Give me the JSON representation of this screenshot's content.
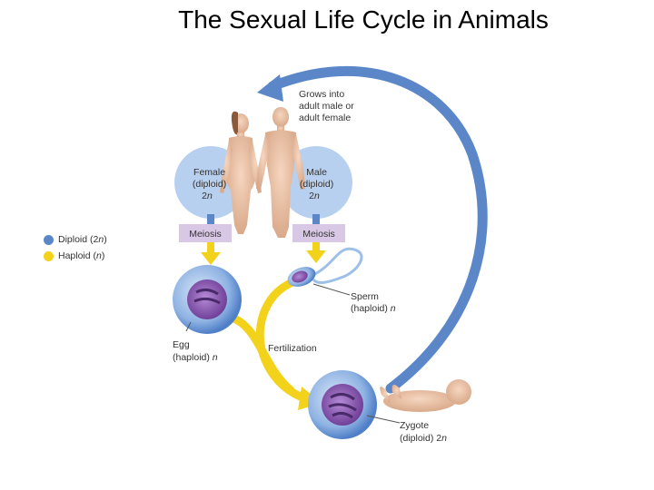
{
  "title": "The Sexual Life Cycle in Animals",
  "colors": {
    "diploid": "#5b87c9",
    "haploid": "#f2d21b",
    "meiosis_box": "#d9c7e6",
    "cell_purple": "#7b4aa0"
  },
  "legend": {
    "diploid": {
      "prefix": "Diploid (2",
      "n": "n",
      "suffix": ")"
    },
    "haploid": {
      "prefix": "Haploid (",
      "n": "n",
      "suffix": ")"
    }
  },
  "labels": {
    "grows_into": [
      "Grows into",
      "adult male or",
      "adult female"
    ],
    "female": [
      "Female",
      "(diploid)",
      "2"
    ],
    "male": [
      "Male",
      "(diploid)",
      "2"
    ],
    "n": "n",
    "meiosis_left": "Meiosis",
    "meiosis_right": "Meiosis",
    "sperm": [
      "Sperm",
      "(haploid) "
    ],
    "egg": [
      "Egg",
      "(haploid) "
    ],
    "fertilization": "Fertilization",
    "zygote": [
      "Zygote",
      "(diploid) 2"
    ]
  },
  "icons": [
    "female-figure",
    "male-figure",
    "baby-figure",
    "egg-cell",
    "sperm-cell",
    "zygote-cell"
  ]
}
